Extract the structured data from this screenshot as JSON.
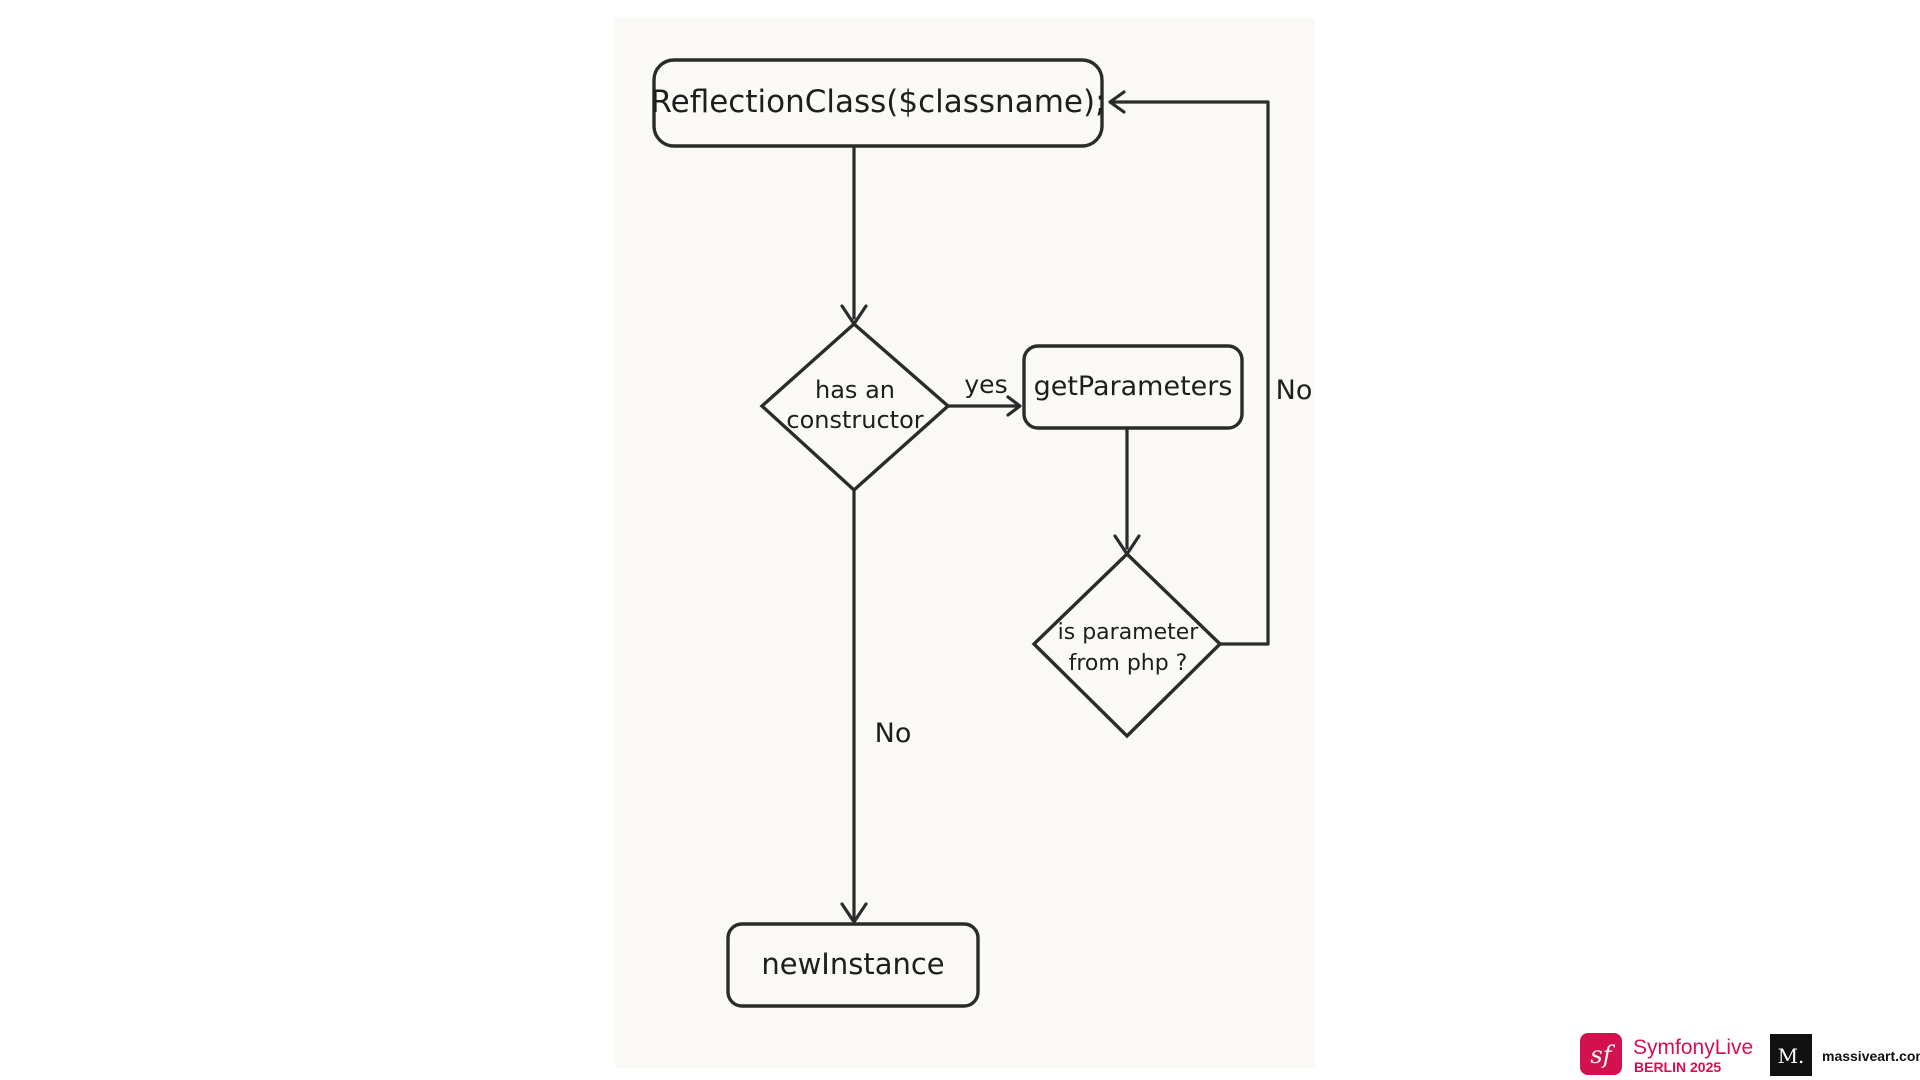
{
  "diagram": {
    "nodes": {
      "reflection": "ReflectionClass($classname);",
      "has_constructor_line1": "has an",
      "has_constructor_line2": "constructor",
      "get_parameters": "getParameters",
      "is_param_line1": "is parameter",
      "is_param_line2": "from php ?",
      "new_instance": "newInstance"
    },
    "edges": {
      "yes_label": "yes",
      "no_loop_label": "No",
      "no_down_label": "No"
    }
  },
  "footer": {
    "symfony_logo_glyph": "sf",
    "symfony_name": "SymfonyLive",
    "symfony_event": "BERLIN 2025",
    "massive_logo": "M.",
    "massive_site": "massiveart.com"
  },
  "colors": {
    "symfony_brand": "#d4114f",
    "ink": "#2b2b2b",
    "paper": "#faf9f5"
  }
}
